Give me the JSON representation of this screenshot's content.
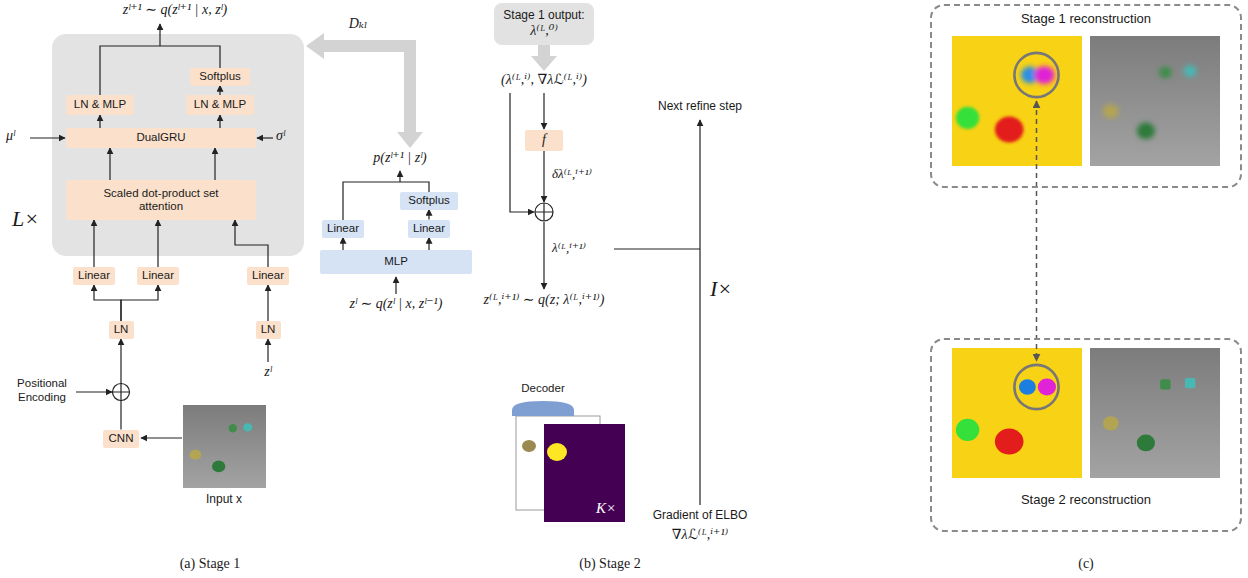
{
  "diagram": {
    "nodes": [
      {
        "text": [
          "L×"
        ]
      },
      {
        "text": [
          "LN & MLP"
        ],
        "in": 0
      },
      {
        "text": [
          "Softplus"
        ],
        "in": 0
      },
      {
        "text": [
          "LN & MLP"
        ],
        "in": 0
      },
      {
        "text": [
          "DualGRU"
        ],
        "in": 0
      },
      {
        "text": [
          "Scaled dot-product set attention"
        ],
        "in": 0
      },
      {
        "text": [
          "Linear"
        ]
      },
      {
        "text": [
          "Linear"
        ]
      },
      {
        "text": [
          "Linear"
        ]
      },
      {
        "text": [
          "LN"
        ]
      },
      {
        "text": [
          "LN"
        ]
      },
      {
        "text": [
          "CNN"
        ]
      },
      {
        "text": [
          "Softplus"
        ]
      },
      {
        "text": [
          "Linear"
        ]
      },
      {
        "text": [
          "Linear"
        ]
      },
      {
        "text": [
          "MLP"
        ]
      },
      {
        "text": [
          "Stage 1 output:",
          "λ⁽ᴸ,⁰⁾"
        ]
      },
      {
        "text": [
          "f"
        ]
      },
      {
        "text": [
          "Decoder"
        ]
      },
      {
        "text": [
          "Stage 1 reconstruction"
        ]
      },
      {
        "text": [
          "Stage 2 reconstruction"
        ]
      }
    ],
    "edges": [
      {
        "from": 11,
        "to": 9,
        "arrow": "to"
      },
      {
        "from": 9,
        "to": 6,
        "arrow": "to"
      },
      {
        "from": 9,
        "to": 7,
        "arrow": "to"
      },
      {
        "from": 10,
        "to": 8,
        "arrow": "to"
      },
      {
        "from": 6,
        "to": 5,
        "arrow": "to"
      },
      {
        "from": 7,
        "to": 5,
        "arrow": "to"
      },
      {
        "from": 8,
        "to": 5,
        "arrow": "to"
      },
      {
        "from": 5,
        "to": 4,
        "arrow": "to"
      },
      {
        "from": 5,
        "to": 4,
        "arrow": "to"
      },
      {
        "from": 4,
        "to": 1,
        "arrow": "to"
      },
      {
        "from": 4,
        "to": 3,
        "arrow": "to"
      },
      {
        "from": 3,
        "to": 2,
        "arrow": "to"
      },
      {
        "from": 15,
        "to": 13,
        "arrow": "to"
      },
      {
        "from": 15,
        "to": 14,
        "arrow": "to"
      },
      {
        "from": 14,
        "to": 12,
        "arrow": "to"
      }
    ],
    "labels": [
      "zˡ⁺¹ ∼ q(zˡ⁺¹ | x, zˡ)",
      "Dₖₗ",
      "μˡ",
      "σˡ",
      "p(zˡ⁺¹ | zˡ)",
      "Positional Encoding",
      "zˡ",
      "zˡ ∼ q(zˡ | x, zˡ⁻¹)",
      "Input x",
      "(a) Stage 1",
      "(λ⁽ᴸ,ⁱ⁾, ∇λℒ⁽ᴸ,ⁱ⁾)",
      "δλ⁽ᴸ,ⁱ⁺¹⁾",
      "λ⁽ᴸ,ⁱ⁺¹⁾",
      "Next refine step",
      "I×",
      "z⁽ᴸ,ⁱ⁺¹⁾ ∼ q(z; λ⁽ᴸ,ⁱ⁺¹⁾)",
      "K×",
      "Gradient of ELBO",
      "∇λℒ⁽ᴸ,ⁱ⁺¹⁾",
      "(b) Stage 2",
      "(c)"
    ]
  }
}
